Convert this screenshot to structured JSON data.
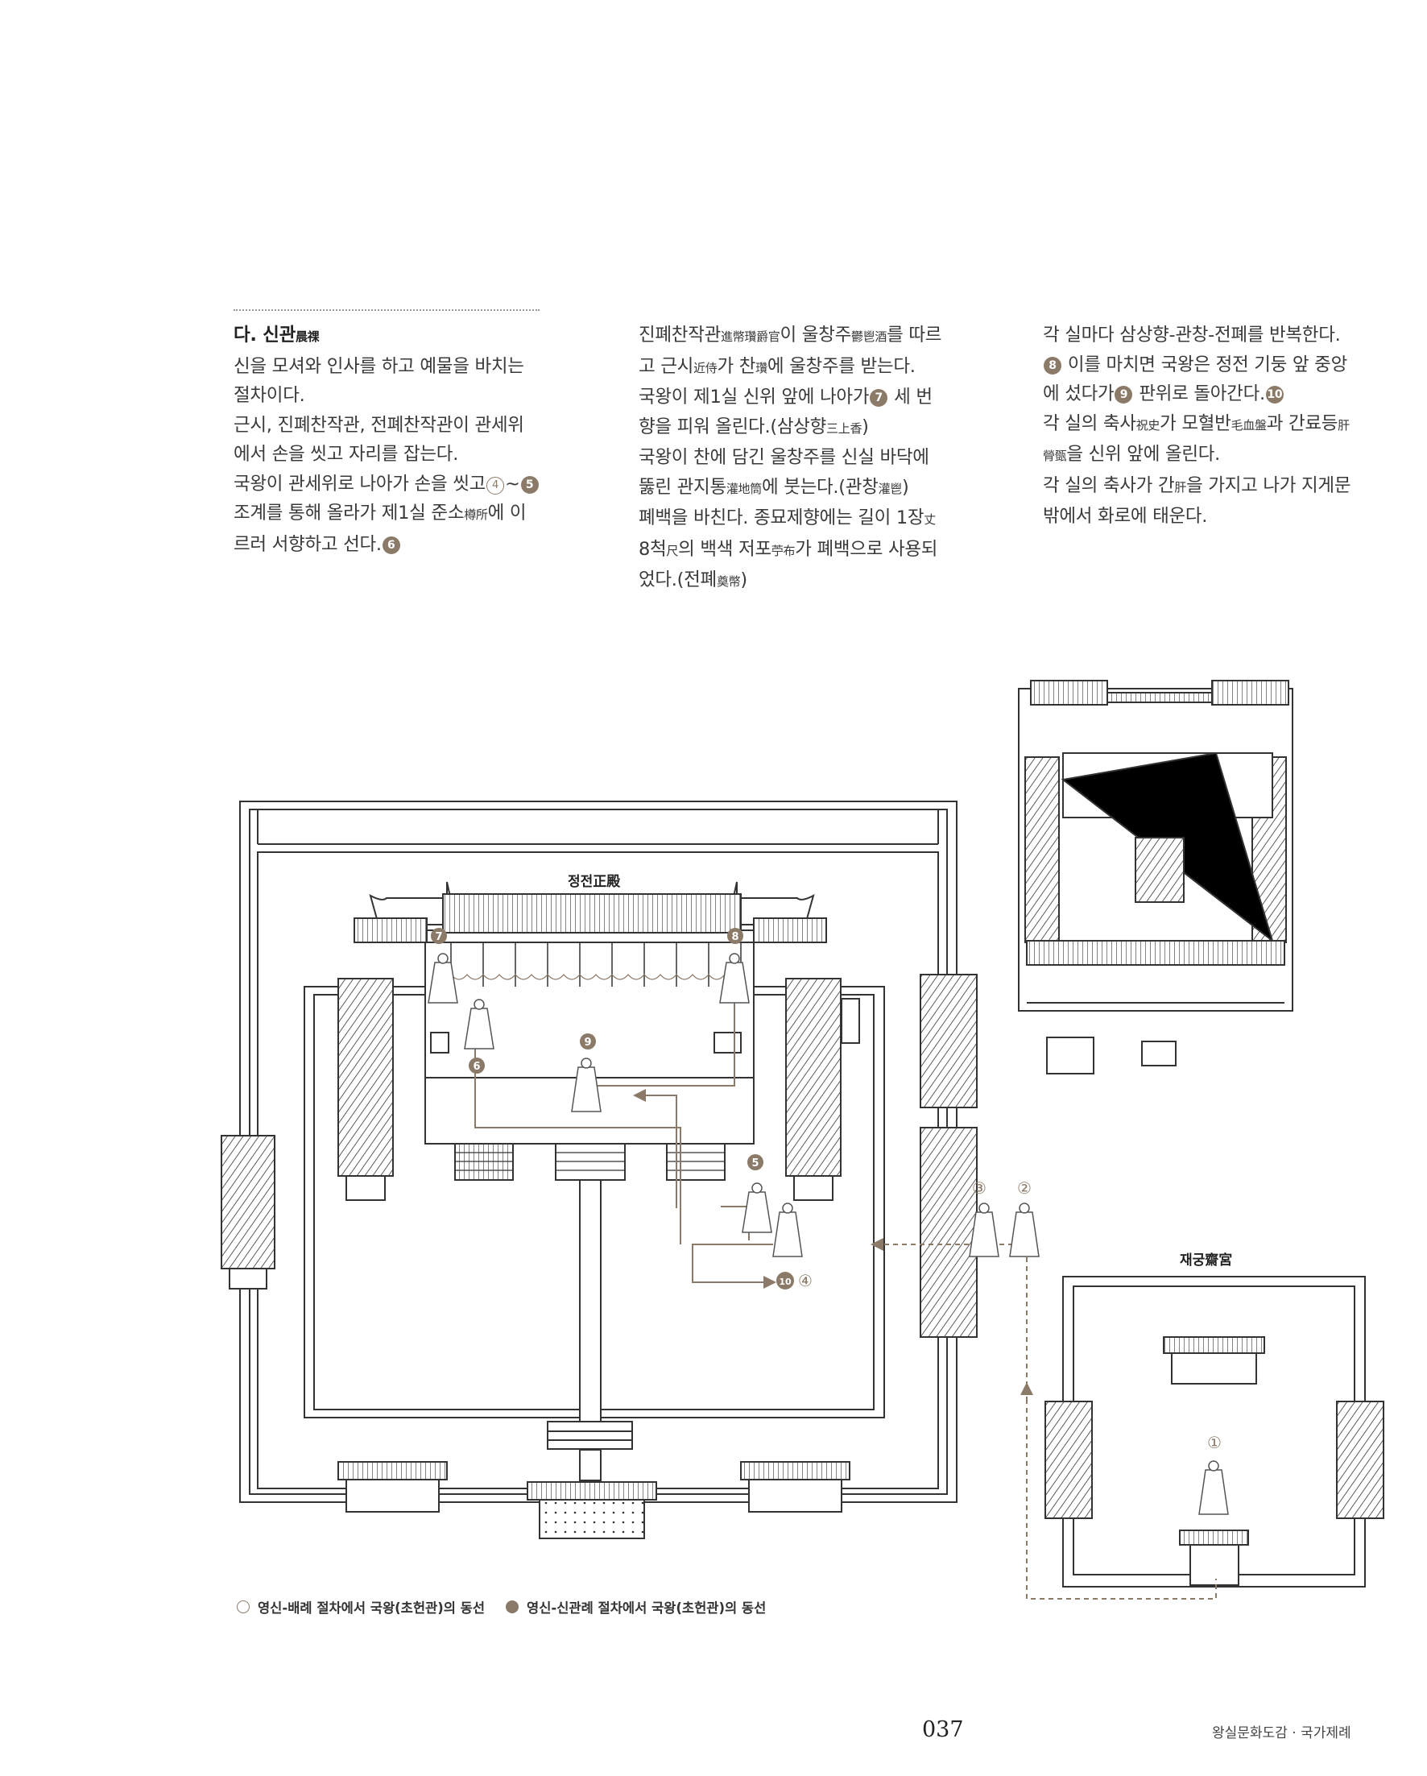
{
  "section": {
    "heading": "다. 신관",
    "heading_hanja": "晨祼",
    "col1": [
      "신을 모셔와 인사를 하고 예물을 바치는 절차이다.",
      "근시, 진폐찬작관, 전폐찬작관이 관세위에서 손을 씻고 자리를 잡는다.",
      "국왕이 관세위로 나아가 손을 씻고",
      "조계를 통해 올라가 제1실 준소",
      "에 이르러 서향하고 선다."
    ],
    "col1_hanja": "樽所",
    "col2": [
      "진폐찬작관",
      "이 울창주",
      "를 따르고 근시",
      "가 찬",
      "에 울창주를 받는다.",
      "국왕이 제1실 신위 앞에 나아가",
      "세 번 향을 피워 올린다.(삼상향",
      ")",
      "국왕이 찬에 담긴 울창주를 신실 바닥에 뚫린 관지통",
      "에 붓는다.(관창",
      ")",
      "폐백을 바친다. 종묘제향에는 길이 1장",
      "8척",
      "의 백색 저포",
      "가 폐백으로 사용되었다.(전폐",
      ")"
    ],
    "col2_hanja": [
      "進幣瓚爵官",
      "鬱鬯酒",
      "近侍",
      "瓚",
      "三上香",
      "灌地筒",
      "灌鬯",
      "丈",
      "尺",
      "苧布",
      "奠幣"
    ],
    "col3": [
      "각 실마다 삼상향-관창-전폐를 반복한다.",
      "이를 마치면 국왕은 정전 기둥 앞 중앙에 섰다가",
      "판위로 돌아간다.",
      "각 실의 축사",
      "가 모혈반",
      "과 간료등",
      "을 신위 앞에 올린다.",
      "각 실의 축사가 간",
      "을 가지고 나가 지게문 밖에서 화로에 태운다."
    ],
    "col3_hanja": [
      "祝史",
      "毛血盤",
      "肝膋㽅",
      "肝"
    ]
  },
  "markers": [
    "①",
    "②",
    "③",
    "④",
    "⑤",
    "⑥",
    "⑦",
    "⑧",
    "⑨",
    "⑩",
    "④~⑤"
  ],
  "diagram": {
    "jeongjeon": "정전正殿",
    "jaegung": "재궁齋宮",
    "m1": "①",
    "m2": "②",
    "m3": "③",
    "m4": "④",
    "m5": "5",
    "m6": "6",
    "m7": "7",
    "m8": "8",
    "m9": "9",
    "m10": "10"
  },
  "legend": {
    "item1": "영신-배례 절차에서 국왕(초헌관)의 동선",
    "item2": "영신-신관례 절차에서 국왕(초헌관)의 동선"
  },
  "footer": {
    "page": "037",
    "book": "왕실문화도감 · 국가제례"
  },
  "colors": {
    "path": "#8b7a68",
    "line": "#333333",
    "text": "#3a3a3a"
  }
}
